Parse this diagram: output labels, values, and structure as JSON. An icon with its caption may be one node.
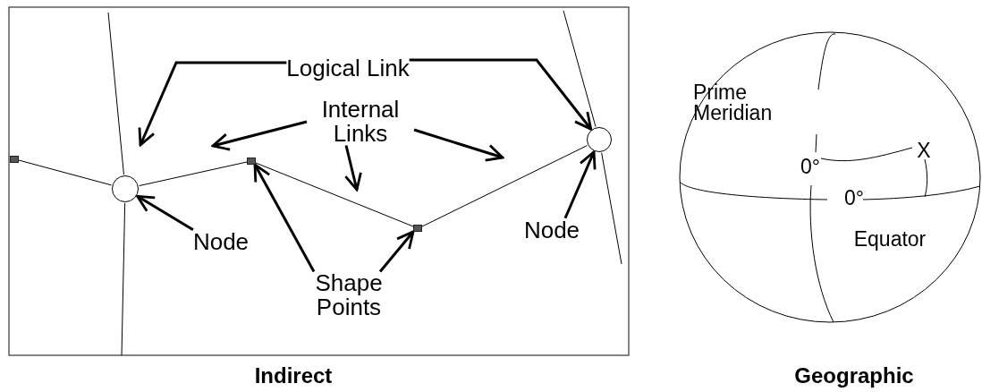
{
  "diagram": {
    "nodes": [
      {
        "text": [
          "Logical Link"
        ]
      },
      {
        "text": [
          "Internal Links"
        ]
      },
      {
        "text": [
          "Node"
        ]
      },
      {
        "text": [
          "Node"
        ]
      },
      {
        "text": [
          "Shape Points"
        ]
      },
      {
        "text": [],
        "shape": "circle"
      },
      {
        "text": [],
        "shape": "circle"
      },
      {
        "text": [],
        "shape": "box"
      },
      {
        "text": [],
        "shape": "box"
      },
      {
        "text": [],
        "shape": "box"
      }
    ],
    "edges": [
      {
        "from": 0,
        "to": null,
        "arrow": "to"
      },
      {
        "from": 0,
        "to": 6,
        "arrow": "to"
      },
      {
        "from": 1,
        "to": null,
        "arrow": "to"
      },
      {
        "from": 1,
        "to": null,
        "arrow": "to"
      },
      {
        "from": 1,
        "to": null,
        "arrow": "to"
      },
      {
        "from": 2,
        "to": 5,
        "arrow": "to"
      },
      {
        "from": 3,
        "to": 6,
        "arrow": "to"
      },
      {
        "from": 4,
        "to": 8,
        "arrow": "to"
      },
      {
        "from": 4,
        "to": 9,
        "arrow": "to"
      },
      {
        "from": 7,
        "to": 5,
        "arrow": "none"
      },
      {
        "from": 5,
        "to": 8,
        "arrow": "none"
      },
      {
        "from": 8,
        "to": 9,
        "arrow": "none"
      },
      {
        "from": 9,
        "to": 6,
        "arrow": "none"
      },
      {
        "from": null,
        "to": 5,
        "arrow": "none"
      },
      {
        "from": 5,
        "to": null,
        "arrow": "none"
      },
      {
        "from": null,
        "to": 6,
        "arrow": "none"
      },
      {
        "from": 6,
        "to": null,
        "arrow": "none"
      }
    ],
    "labels": [
      "Indirect",
      "Prime Meridian",
      "0°",
      "0°",
      "Equator",
      "X",
      "Geographic"
    ]
  }
}
